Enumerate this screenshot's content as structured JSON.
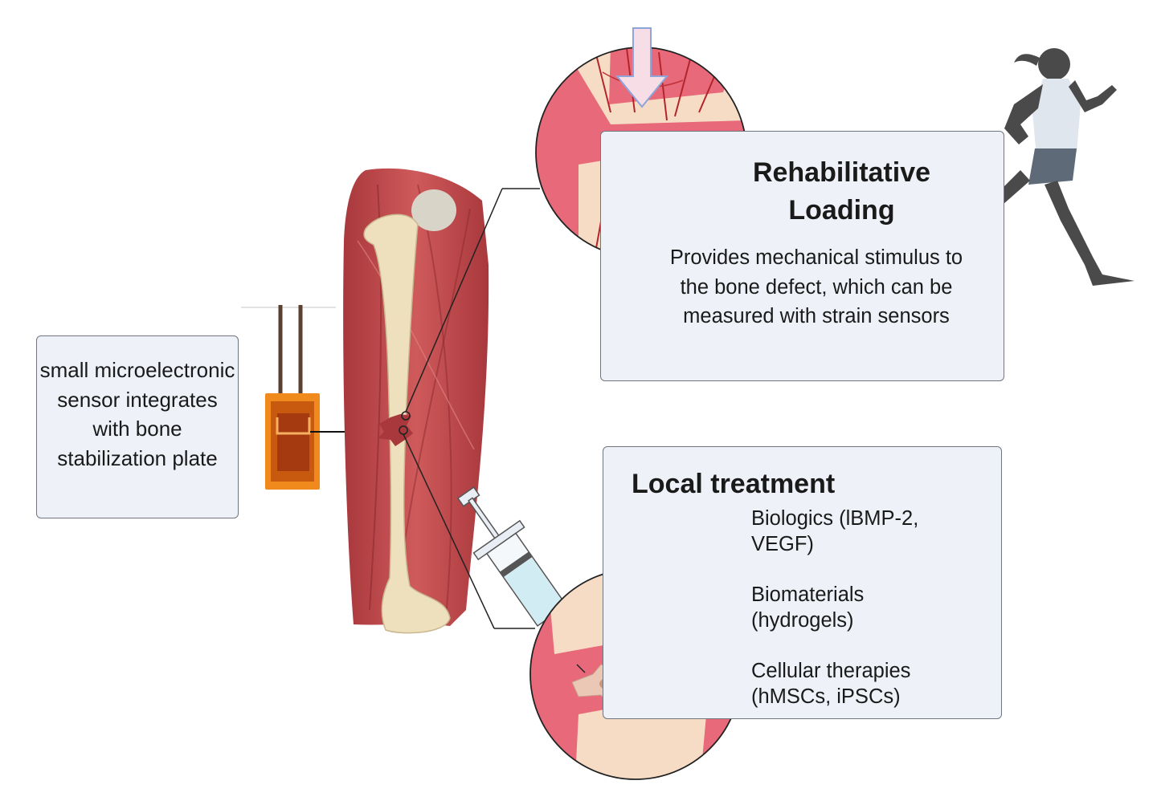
{
  "sensor_box": {
    "text": "small microelectronic sensor integrates with bone stabilization plate"
  },
  "rehab_box": {
    "title_line1": "Rehabilitative",
    "title_line2": "Loading",
    "description": "Provides mechanical stimulus to the bone defect, which can be measured with strain sensors"
  },
  "local_box": {
    "title": "Local treatment",
    "treatments": [
      {
        "line1": "Biologics (lBMP-2,",
        "line2": "VEGF)"
      },
      {
        "line1": "Biomaterials",
        "line2": "(hydrogels)"
      },
      {
        "line1": "Cellular therapies",
        "line2": "(hMSCs, iPSCs)"
      }
    ]
  },
  "colors": {
    "box_fill": "#eef2f8",
    "box_border": "#6f7680",
    "muscle": "#c0494c",
    "bone": "#efe0bd",
    "tissue_pink": "#e7697a",
    "vessel": "#b3252b",
    "arrow_fill": "#f6dde6",
    "arrow_stroke": "#8fa4d9",
    "runner": "#4a4a4a",
    "sensor_orange": "#f08a1c",
    "cell_teal": "#1d5c5c"
  },
  "icons": [
    "strain-sensor-icon",
    "thigh-bone-illustration",
    "syringe-icon",
    "runner-silhouette",
    "loading-arrow-down-icon",
    "loading-arrow-up-icon",
    "stem-cell-icon"
  ]
}
